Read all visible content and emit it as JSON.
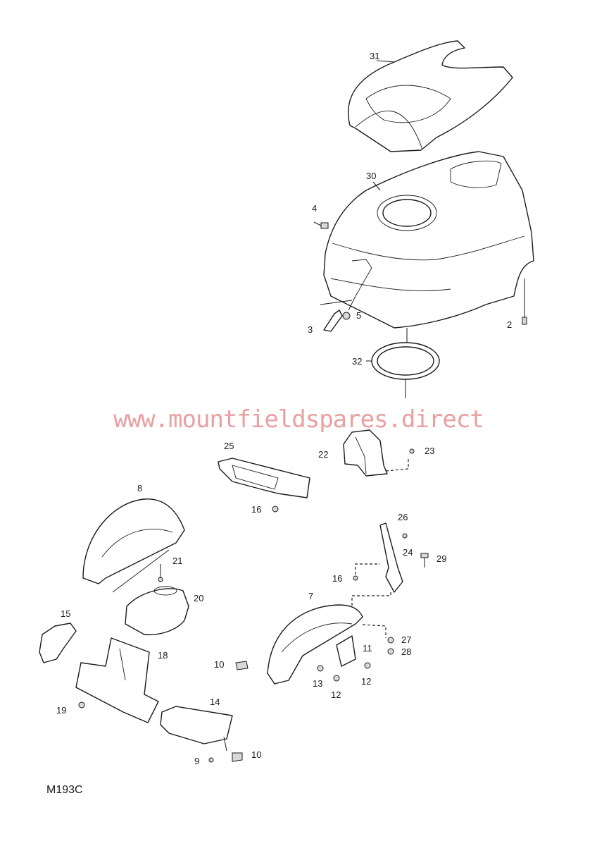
{
  "diagram": {
    "watermark": "www.mountfieldspares.direct",
    "reference": "M193C",
    "callouts": {
      "c31": "31",
      "c30": "30",
      "c4": "4",
      "c5": "5",
      "c3": "3",
      "c2": "2",
      "c32": "32",
      "c25": "25",
      "c22": "22",
      "c23": "23",
      "c16a": "16",
      "c8": "8",
      "c21": "21",
      "c20": "20",
      "c26": "26",
      "c24": "24",
      "c29": "29",
      "c16b": "16",
      "c7": "7",
      "c15": "15",
      "c18": "18",
      "c27": "27",
      "c28": "28",
      "c11": "11",
      "c10a": "10",
      "c13": "13",
      "c12a": "12",
      "c12b": "12",
      "c19": "19",
      "c14": "14",
      "c9": "9",
      "c10b": "10"
    }
  }
}
